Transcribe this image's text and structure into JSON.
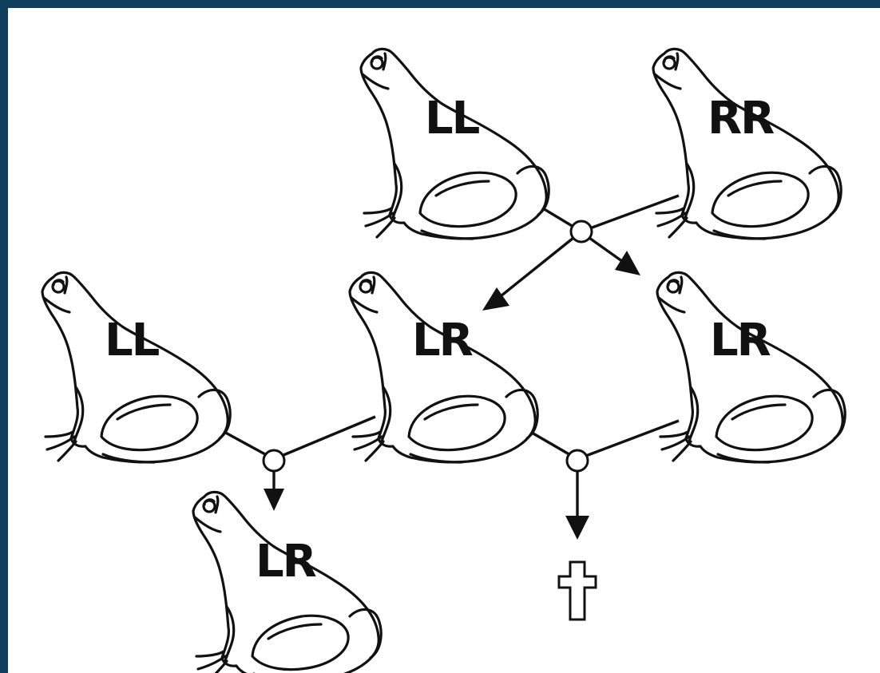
{
  "frogs": [
    {
      "id": "parent-left",
      "genotype": "LL"
    },
    {
      "id": "parent-right",
      "genotype": "RR"
    },
    {
      "id": "gen2-outside",
      "genotype": "LL"
    },
    {
      "id": "gen2-offspring-left",
      "genotype": "LR"
    },
    {
      "id": "gen2-offspring-right",
      "genotype": "LR"
    },
    {
      "id": "gen3-offspring",
      "genotype": "LR"
    }
  ],
  "dead_symbol": "✝",
  "colors": {
    "border": "#0f3f5c",
    "line": "#111111",
    "background": "#ffffff"
  }
}
